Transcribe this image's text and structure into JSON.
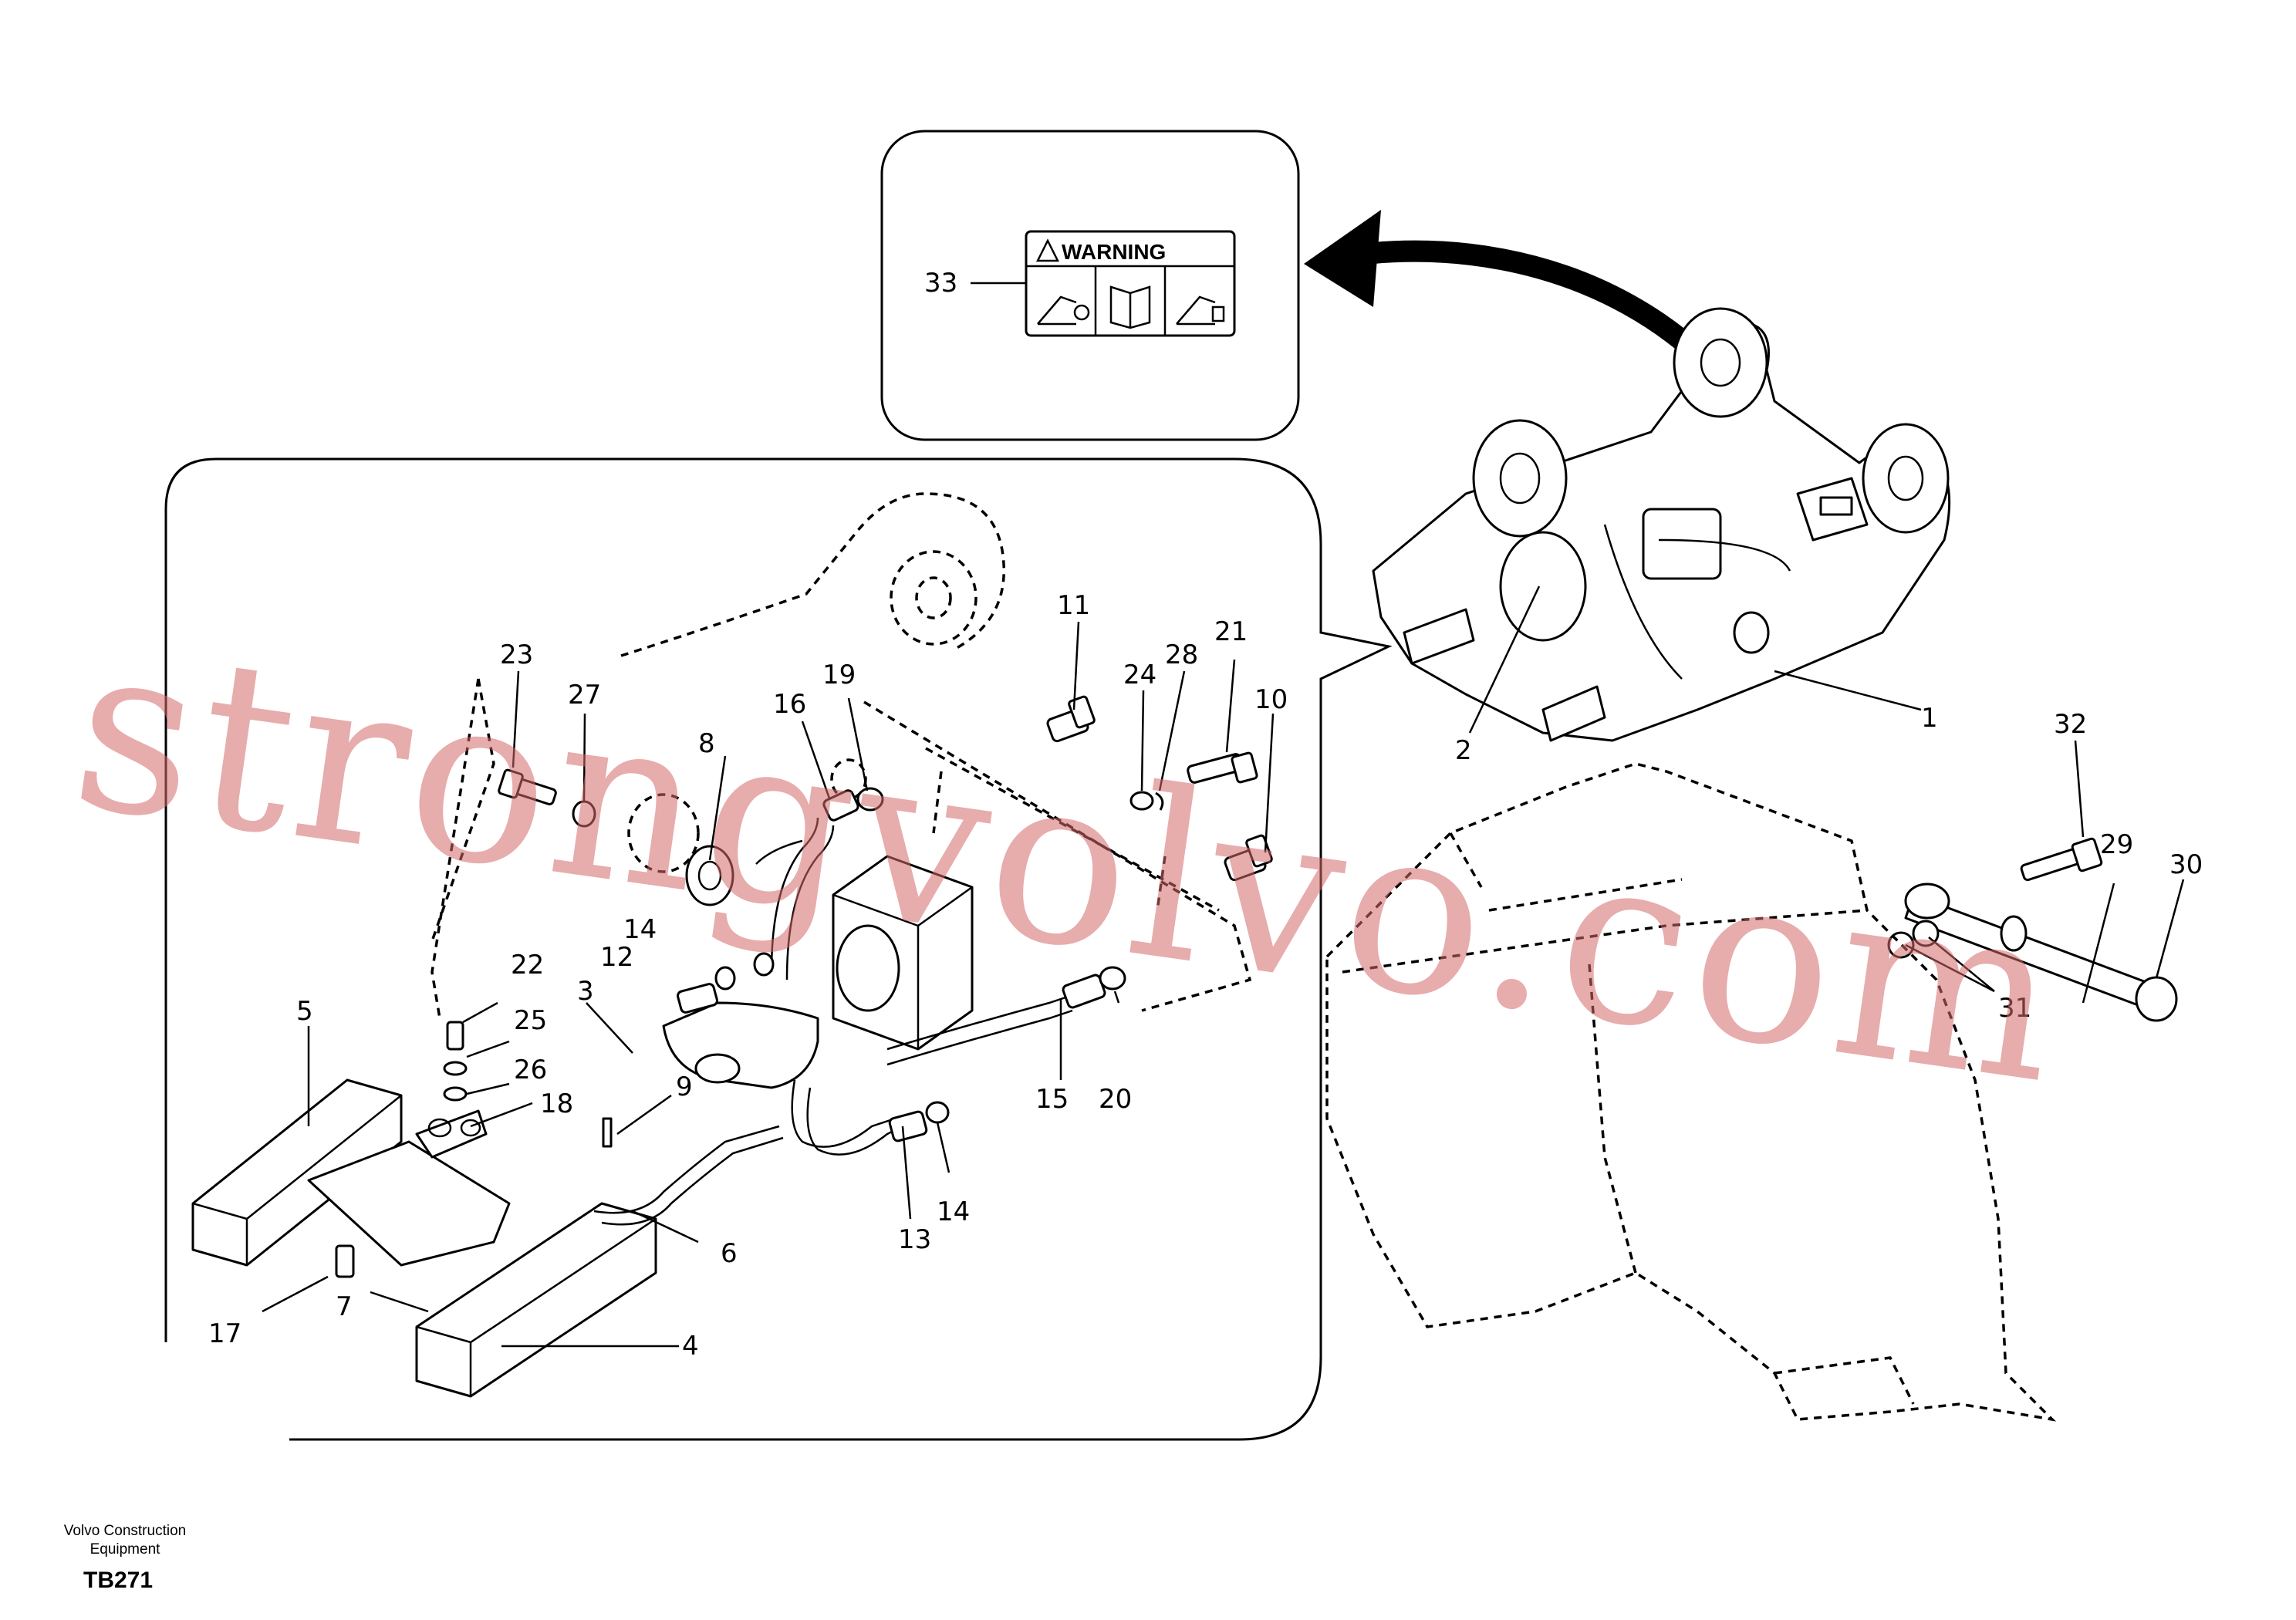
{
  "warning_sign": {
    "label": "33",
    "text": "WARNING"
  },
  "callouts": [
    {
      "id": "c1",
      "text": "1"
    },
    {
      "id": "c2",
      "text": "2"
    },
    {
      "id": "c3",
      "text": "3"
    },
    {
      "id": "c4",
      "text": "4"
    },
    {
      "id": "c5",
      "text": "5"
    },
    {
      "id": "c6",
      "text": "6"
    },
    {
      "id": "c7",
      "text": "7"
    },
    {
      "id": "c8",
      "text": "8"
    },
    {
      "id": "c9",
      "text": "9"
    },
    {
      "id": "c10",
      "text": "10"
    },
    {
      "id": "c11",
      "text": "11"
    },
    {
      "id": "c12",
      "text": "12"
    },
    {
      "id": "c13",
      "text": "13"
    },
    {
      "id": "c14a",
      "text": "14"
    },
    {
      "id": "c14b",
      "text": "14"
    },
    {
      "id": "c15",
      "text": "15"
    },
    {
      "id": "c16",
      "text": "16"
    },
    {
      "id": "c17",
      "text": "17"
    },
    {
      "id": "c18",
      "text": "18"
    },
    {
      "id": "c19",
      "text": "19"
    },
    {
      "id": "c20",
      "text": "20"
    },
    {
      "id": "c21",
      "text": "21"
    },
    {
      "id": "c22",
      "text": "22"
    },
    {
      "id": "c23",
      "text": "23"
    },
    {
      "id": "c24",
      "text": "24"
    },
    {
      "id": "c25",
      "text": "25"
    },
    {
      "id": "c26",
      "text": "26"
    },
    {
      "id": "c27",
      "text": "27"
    },
    {
      "id": "c28",
      "text": "28"
    },
    {
      "id": "c29",
      "text": "29"
    },
    {
      "id": "c30",
      "text": "30"
    },
    {
      "id": "c31",
      "text": "31"
    },
    {
      "id": "c32",
      "text": "32"
    }
  ],
  "watermark": "strongvolvo.com",
  "credit": {
    "line1": "Volvo Construction",
    "line2": "Equipment"
  },
  "figure_code": "TB271",
  "colors": {
    "ink": "#000000",
    "watermark": "#d46a6a",
    "background": "#ffffff"
  }
}
